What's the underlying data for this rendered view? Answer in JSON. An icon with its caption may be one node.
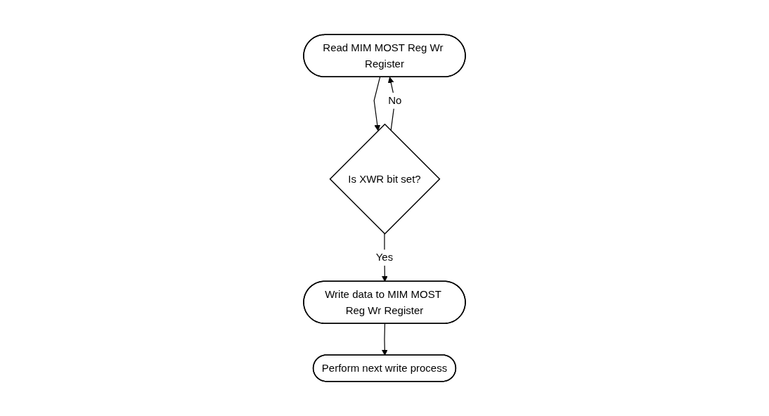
{
  "diagram": {
    "nodes": [
      {
        "text": [
          "Read MIM MOST Reg Wr Register"
        ]
      },
      {
        "text": [
          "Is XWR bit set?"
        ]
      },
      {
        "text": [
          "Write data to MIM MOST Reg Wr Register"
        ]
      },
      {
        "text": [
          "Perform next write process"
        ]
      }
    ],
    "edges": [
      {
        "from": 0,
        "to": 1,
        "arrow": "to"
      },
      {
        "from": 1,
        "to": 0,
        "label": "No",
        "arrow": "to"
      },
      {
        "from": 1,
        "to": 2,
        "label": "Yes",
        "arrow": "to"
      },
      {
        "from": 2,
        "to": 3,
        "arrow": "to"
      }
    ]
  }
}
